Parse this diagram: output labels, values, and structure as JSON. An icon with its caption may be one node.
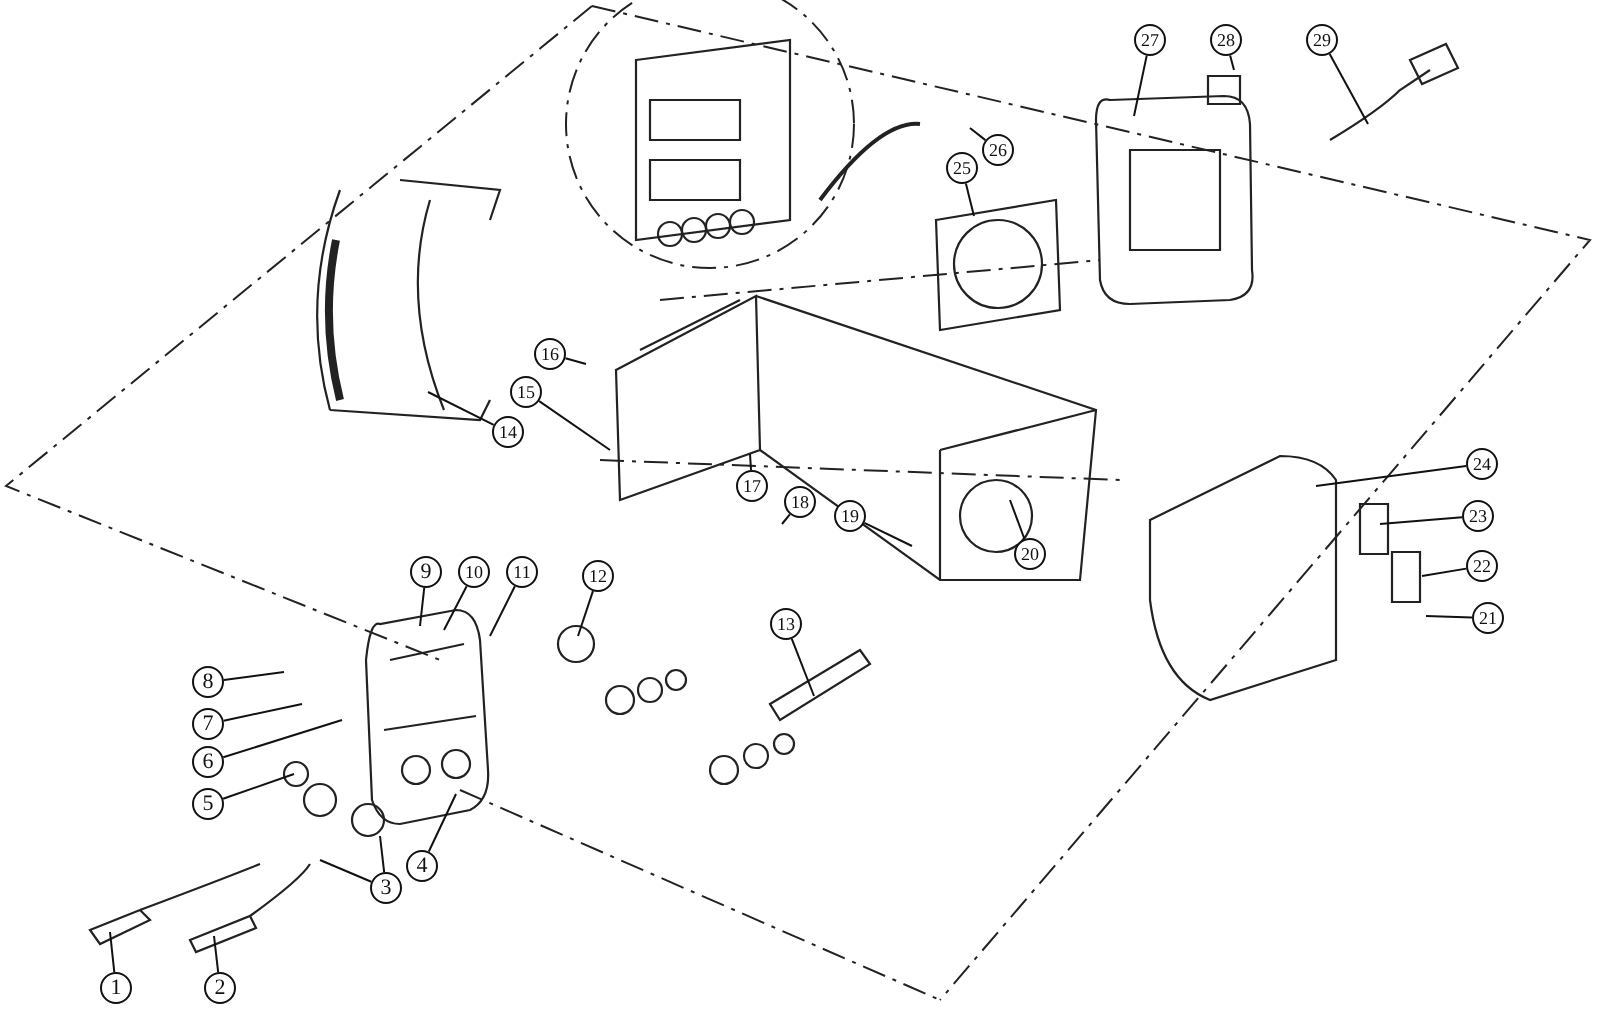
{
  "diagram": {
    "nodes": [
      {
        "text": [
          "1"
        ]
      },
      {
        "text": [
          "2"
        ]
      },
      {
        "text": [
          "3"
        ]
      },
      {
        "text": [
          "4"
        ]
      },
      {
        "text": [
          "5"
        ]
      },
      {
        "text": [
          "6"
        ]
      },
      {
        "text": [
          "7"
        ]
      },
      {
        "text": [
          "8"
        ]
      },
      {
        "text": [
          "9"
        ]
      },
      {
        "text": [
          "10"
        ]
      },
      {
        "text": [
          "11"
        ]
      },
      {
        "text": [
          "12"
        ]
      },
      {
        "text": [
          "13"
        ]
      },
      {
        "text": [
          "14"
        ]
      },
      {
        "text": [
          "15"
        ]
      },
      {
        "text": [
          "16"
        ]
      },
      {
        "text": [
          "17"
        ]
      },
      {
        "text": [
          "18"
        ]
      },
      {
        "text": [
          "19"
        ]
      },
      {
        "text": [
          "20"
        ]
      },
      {
        "text": [
          "21"
        ]
      },
      {
        "text": [
          "22"
        ]
      },
      {
        "text": [
          "23"
        ]
      },
      {
        "text": [
          "24"
        ]
      },
      {
        "text": [
          "25"
        ]
      },
      {
        "text": [
          "26"
        ]
      },
      {
        "text": [
          "27"
        ]
      },
      {
        "text": [
          "28"
        ]
      },
      {
        "text": [
          "29"
        ]
      }
    ],
    "edges": [
      {
        "from": 0,
        "to": null,
        "arrow": "none"
      },
      {
        "from": 1,
        "to": null,
        "arrow": "none"
      },
      {
        "from": 2,
        "to": null,
        "arrow": "none"
      },
      {
        "from": 2,
        "to": null,
        "arrow": "none"
      },
      {
        "from": 3,
        "to": null,
        "arrow": "none"
      },
      {
        "from": 4,
        "to": null,
        "arrow": "none"
      },
      {
        "from": 5,
        "to": null,
        "arrow": "none"
      },
      {
        "from": 6,
        "to": null,
        "arrow": "none"
      },
      {
        "from": 7,
        "to": null,
        "arrow": "none"
      },
      {
        "from": 8,
        "to": null,
        "arrow": "none"
      },
      {
        "from": 9,
        "to": null,
        "arrow": "none"
      },
      {
        "from": 10,
        "to": null,
        "arrow": "none"
      },
      {
        "from": 11,
        "to": null,
        "arrow": "none"
      },
      {
        "from": 12,
        "to": null,
        "arrow": "none"
      },
      {
        "from": 13,
        "to": null,
        "arrow": "none"
      },
      {
        "from": 14,
        "to": null,
        "arrow": "none"
      },
      {
        "from": 15,
        "to": null,
        "arrow": "none"
      },
      {
        "from": 16,
        "to": null,
        "arrow": "none"
      },
      {
        "from": 17,
        "to": null,
        "arrow": "none"
      },
      {
        "from": 18,
        "to": null,
        "arrow": "none"
      },
      {
        "from": 19,
        "to": null,
        "arrow": "none"
      },
      {
        "from": 20,
        "to": null,
        "arrow": "none"
      },
      {
        "from": 21,
        "to": null,
        "arrow": "none"
      },
      {
        "from": 22,
        "to": null,
        "arrow": "none"
      },
      {
        "from": 23,
        "to": null,
        "arrow": "none"
      },
      {
        "from": 24,
        "to": null,
        "arrow": "none"
      },
      {
        "from": 25,
        "to": null,
        "arrow": "none"
      },
      {
        "from": 26,
        "to": null,
        "arrow": "none"
      },
      {
        "from": 27,
        "to": null,
        "arrow": "none"
      },
      {
        "from": 28,
        "to": null,
        "arrow": "none"
      }
    ]
  }
}
